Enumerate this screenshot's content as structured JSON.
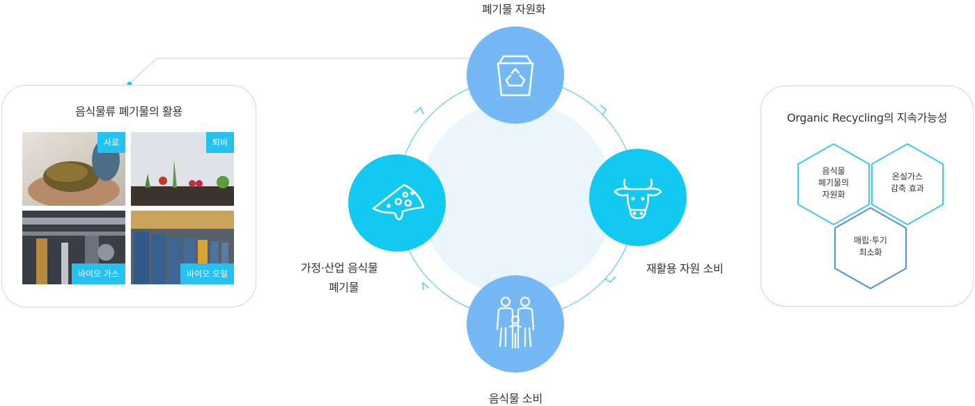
{
  "diagram": {
    "top_label": "폐기물 자원화",
    "right_label": "재활용 자원 소비",
    "bottom_label": "음식물 소비",
    "left_label_line1": "가정·산업 음식물",
    "left_label_line2": "폐기물"
  },
  "nodes": [
    {
      "name": "recycle-bin-icon",
      "color": "#74b8f5"
    },
    {
      "name": "cow-icon",
      "color": "#12c9f1"
    },
    {
      "name": "family-icon",
      "color": "#74b8f5"
    },
    {
      "name": "pizza-icon",
      "color": "#12c9f1"
    }
  ],
  "left_panel": {
    "title": "음식물류 폐기물의 활용",
    "tiles": [
      {
        "tag": "사료"
      },
      {
        "tag": "퇴비"
      },
      {
        "tag": "바이오 가스"
      },
      {
        "tag": "바이오 오일"
      }
    ]
  },
  "right_panel": {
    "title": "Organic Recycling의 지속가능성",
    "hex1_line1": "음식물",
    "hex1_line2": "폐기물의",
    "hex1_line3": "자원화",
    "hex2_line1": "온실가스",
    "hex2_line2": "감축 효과",
    "hex3_line1": "매립·투기",
    "hex3_line2": "최소화"
  },
  "colors": {
    "accent": "#25c1f2",
    "blue_node": "#74b8f5",
    "cyan_node": "#12c9f1",
    "hex_cyan": "#3cc8f2",
    "hex_blue": "#4d8fe0",
    "inner_circle": "#eaf6fc"
  }
}
